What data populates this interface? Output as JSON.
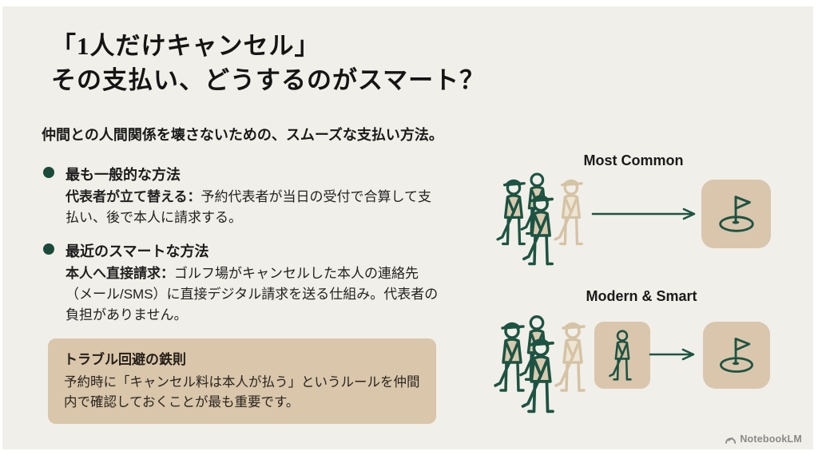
{
  "slide": {
    "title": {
      "line1": "「1人だけキャンセル」",
      "line2": "その支払い、どうするのがスマート？"
    },
    "subtitle": "仲間との人間関係を壊さないための、スムーズな支払い方法。",
    "methods": [
      {
        "heading": "最も一般的な方法",
        "lead": "代表者が立て替える：",
        "body": "予約代表者が当日の受付で合算して支払い、後で本人に請求する。"
      },
      {
        "heading": "最近のスマートな方法",
        "lead": "本人へ直接請求：",
        "body": "ゴルフ場がキャンセルした本人の連絡先（メール/SMS）に直接デジタル請求を送る仕組み。代表者の負担がありません。"
      }
    ],
    "callout": {
      "heading": "トラブル回避の鉄則",
      "body": "予約時に「キャンセル料は本人が払う」というルールを仲間内で確認しておくことが最も重要です。"
    },
    "diagrams": [
      {
        "label": "Most Common",
        "icons": [
          "golfer-group-icon",
          "arrow-right-icon",
          "golf-flag-icon"
        ]
      },
      {
        "label": "Modern & Smart",
        "icons": [
          "golfer-group-icon",
          "single-golfer-icon",
          "arrow-right-icon",
          "golf-flag-icon"
        ]
      }
    ],
    "watermark": "NotebookLM",
    "colors": {
      "background": "#f1efe9",
      "accent_green": "#1d5342",
      "tan": "#d9c6ab",
      "text": "#1c1c1c",
      "watermark_gray": "#8a8a8a"
    }
  }
}
